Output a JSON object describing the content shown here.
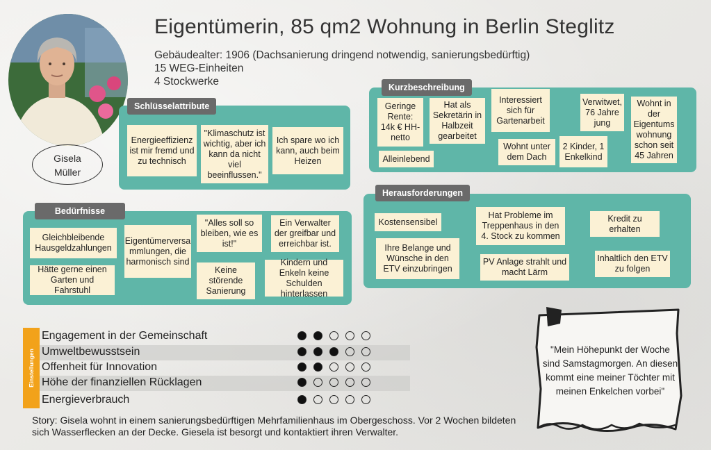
{
  "header": {
    "title": "Eigentümerin, 85 qm2 Wohnung in Berlin Steglitz",
    "info_lines": [
      "Gebäudealter: 1906 (Dachsanierung dringend notwendig, sanierungsbedürftig)",
      "15 WEG-Einheiten",
      "4 Stockwerke"
    ]
  },
  "persona": {
    "first_name": "Gisela",
    "last_name": "Müller"
  },
  "schluessel": {
    "label": "Schlüsselattribute",
    "cards": [
      "Energieeffizienz ist mir fremd und zu technisch",
      "\"Klimaschutz ist wichtig, aber ich kann da nicht viel beeinflussen.\"",
      "Ich spare wo ich kann, auch beim Heizen"
    ]
  },
  "kurz": {
    "label": "Kurzbeschreibung",
    "cards": [
      "Geringe Rente: 14k € HH-netto",
      "Hat als Sekretärin in Halbzeit gearbeitet",
      "Interessiert sich für Gartenarbeit",
      "Verwitwet, 76 Jahre jung",
      "Wohnt in der Eigentums wohnung schon seit 45 Jahren",
      "Alleinlebend",
      "Wohnt unter dem Dach",
      "2 Kinder, 1 Enkelkind"
    ]
  },
  "beduerfnisse": {
    "label": "Bedürfnisse",
    "cards": [
      "Gleichbleibende Hausgeldzahlungen",
      "Hätte gerne einen Garten und Fahrstuhl",
      "Eigentümerversa mmlungen, die harmonisch sind",
      "\"Alles soll so bleiben, wie es ist!\"",
      "Keine störende Sanierung",
      "Ein Verwalter der greifbar und erreichbar ist.",
      "Kindern und Enkeln keine Schulden hinterlassen"
    ]
  },
  "heraus": {
    "label": "Herausforderungen",
    "cards": [
      "Kostensensibel",
      "Ihre Belange und Wünsche in den ETV einzubringen",
      "Hat Probleme im Treppenhaus in den 4. Stock zu kommen",
      "PV Anlage strahlt und macht Lärm",
      "Kredit zu erhalten",
      "Inhaltlich den ETV zu folgen"
    ]
  },
  "einstellungen": {
    "label": "Einstellungen",
    "max": 5,
    "items": [
      {
        "label": "Engagement in der Gemeinschaft",
        "value": 2
      },
      {
        "label": "Umweltbewusstsein",
        "value": 3
      },
      {
        "label": "Offenheit für Innovation",
        "value": 2
      },
      {
        "label": "Höhe der finanziellen Rücklagen",
        "value": 1
      },
      {
        "label": "Energieverbrauch",
        "value": 1
      }
    ]
  },
  "story": "Story: Gisela wohnt in einem sanierungsbedürftigen Mehrfamilienhaus im Obergeschoss. Vor 2 Wochen bildeten sich Wasserflecken an der Decke. Giesela ist besorgt und kontaktiert ihren Verwalter.",
  "quote": "\"Mein Höhepunkt der Woche sind Samstagmorgen. An diesen kommt eine meiner Töchter mit meinen Enkelchen vorbei\"",
  "colors": {
    "panel": "#5fb6a8",
    "card": "#fbf1d5",
    "tag": "#6a6a6a",
    "rail": "#f2a21a"
  }
}
